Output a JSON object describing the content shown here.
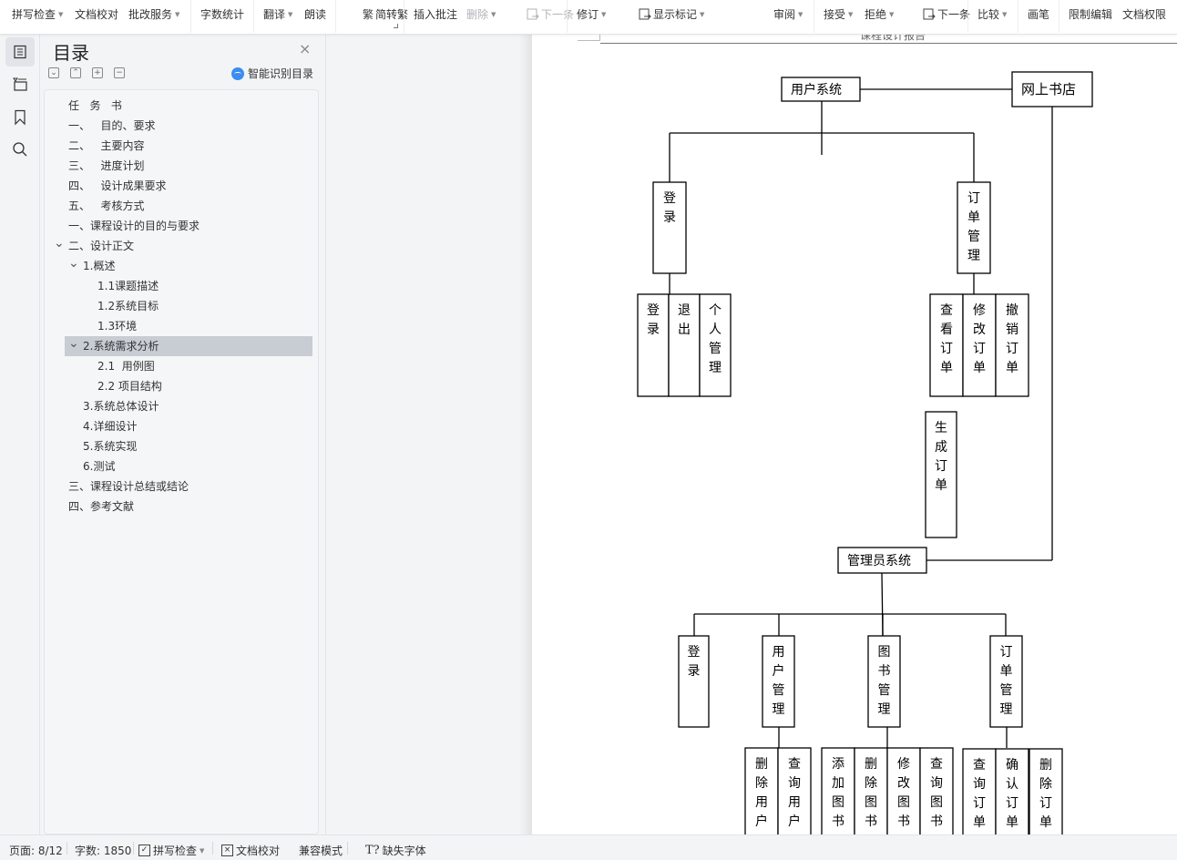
{
  "toolbar": {
    "items": [
      {
        "label": "拼写检查",
        "dropdown": true,
        "disabled": false
      },
      {
        "label": "文档校对",
        "dropdown": false,
        "disabled": false
      },
      {
        "label": "批改服务",
        "dropdown": true,
        "disabled": false
      },
      {
        "label": "字数统计",
        "dropdown": false,
        "disabled": false
      },
      {
        "label": "翻译",
        "dropdown": true,
        "disabled": false
      },
      {
        "label": "朗读",
        "dropdown": false,
        "disabled": false
      },
      {
        "label": "简转繁",
        "dropdown": false,
        "disabled": false
      },
      {
        "label": "插入批注",
        "dropdown": false,
        "disabled": false
      },
      {
        "label": "删除",
        "dropdown": true,
        "disabled": true
      },
      {
        "label": "下一条",
        "dropdown": false,
        "disabled": true
      },
      {
        "label": "修订",
        "dropdown": true,
        "disabled": false
      },
      {
        "label": "显示标记",
        "dropdown": true,
        "disabled": false
      },
      {
        "label": "审阅",
        "dropdown": true,
        "disabled": false
      },
      {
        "label": "接受",
        "dropdown": true,
        "disabled": false
      },
      {
        "label": "拒绝",
        "dropdown": true,
        "disabled": false
      },
      {
        "label": "下一条",
        "dropdown": false,
        "disabled": false
      },
      {
        "label": "比较",
        "dropdown": true,
        "disabled": false
      },
      {
        "label": "画笔",
        "dropdown": false,
        "disabled": false
      },
      {
        "label": "限制编辑",
        "dropdown": false,
        "disabled": false
      },
      {
        "label": "文档权限",
        "dropdown": false,
        "disabled": false
      }
    ],
    "simplified_glyph": "繁"
  },
  "left_rail": {
    "icons": [
      "toc-icon",
      "navigation-pane-icon",
      "bookmark-icon",
      "search-icon"
    ]
  },
  "toc": {
    "title": "目录",
    "close_glyph": "×",
    "controls": [
      "expand-all",
      "collapse-all",
      "add-heading",
      "remove-heading"
    ],
    "control_glyphs": [
      "⌄",
      "⌃",
      "+",
      "−"
    ],
    "smart_label": "智能识别目录",
    "items": [
      {
        "label": "任   务   书",
        "level": 0,
        "expanded": null,
        "selected": false
      },
      {
        "label": "一、   目的、要求",
        "level": 0,
        "expanded": null,
        "selected": false
      },
      {
        "label": "二、   主要内容",
        "level": 0,
        "expanded": null,
        "selected": false
      },
      {
        "label": "三、   进度计划",
        "level": 0,
        "expanded": null,
        "selected": false
      },
      {
        "label": "四、   设计成果要求",
        "level": 0,
        "expanded": null,
        "selected": false
      },
      {
        "label": "五、   考核方式",
        "level": 0,
        "expanded": null,
        "selected": false
      },
      {
        "label": "一、课程设计的目的与要求",
        "level": 0,
        "expanded": null,
        "selected": false
      },
      {
        "label": "二、设计正文",
        "level": 0,
        "expanded": true,
        "selected": false
      },
      {
        "label": "1.概述",
        "level": 1,
        "expanded": true,
        "selected": false
      },
      {
        "label": "1.1课题描述",
        "level": 2,
        "expanded": null,
        "selected": false
      },
      {
        "label": "1.2系统目标",
        "level": 2,
        "expanded": null,
        "selected": false
      },
      {
        "label": "1.3环境",
        "level": 2,
        "expanded": null,
        "selected": false
      },
      {
        "label": "2.系统需求分析",
        "level": 1,
        "expanded": true,
        "selected": true
      },
      {
        "label": "2.1  用例图",
        "level": 2,
        "expanded": null,
        "selected": false
      },
      {
        "label": "2.2 项目结构",
        "level": 2,
        "expanded": null,
        "selected": false
      },
      {
        "label": "3.系统总体设计",
        "level": 1,
        "expanded": null,
        "selected": false
      },
      {
        "label": "4.详细设计",
        "level": 1,
        "expanded": null,
        "selected": false
      },
      {
        "label": "5.系统实现",
        "level": 1,
        "expanded": null,
        "selected": false
      },
      {
        "label": "6.测试",
        "level": 1,
        "expanded": null,
        "selected": false
      },
      {
        "label": "三、课程设计总结或结论",
        "level": 0,
        "expanded": null,
        "selected": false
      },
      {
        "label": "四、参考文献",
        "level": 0,
        "expanded": null,
        "selected": false
      }
    ]
  },
  "document": {
    "header_text": "课程设计报告",
    "diagram": {
      "root": "网上书店",
      "user_system": {
        "label": "用户系统",
        "modules": [
          {
            "label": "登录",
            "children": [
              "登录",
              "退出",
              "个人管理"
            ]
          },
          {
            "label": "订单管理",
            "children": [
              "查看订单",
              "修改订单",
              "撤销订单"
            ]
          }
        ],
        "extra": "生成订单"
      },
      "admin_system": {
        "label": "管理员系统",
        "modules": [
          {
            "label": "登录",
            "children": []
          },
          {
            "label": "用户管理",
            "children": [
              "删除用户",
              "查询用户"
            ]
          },
          {
            "label": "图书管理",
            "children": [
              "添加图书",
              "删除图书",
              "修改图书",
              "查询图书"
            ]
          },
          {
            "label": "订单管理",
            "children": [
              "查询订单",
              "确认订单",
              "删除订单"
            ]
          }
        ]
      }
    }
  },
  "statusbar": {
    "page": "页面: 8/12",
    "words": "字数: 1850",
    "spell_check": "拼写检查",
    "proofread": "文档校对",
    "compat_mode": "兼容模式",
    "missing_fonts": "缺失字体"
  }
}
